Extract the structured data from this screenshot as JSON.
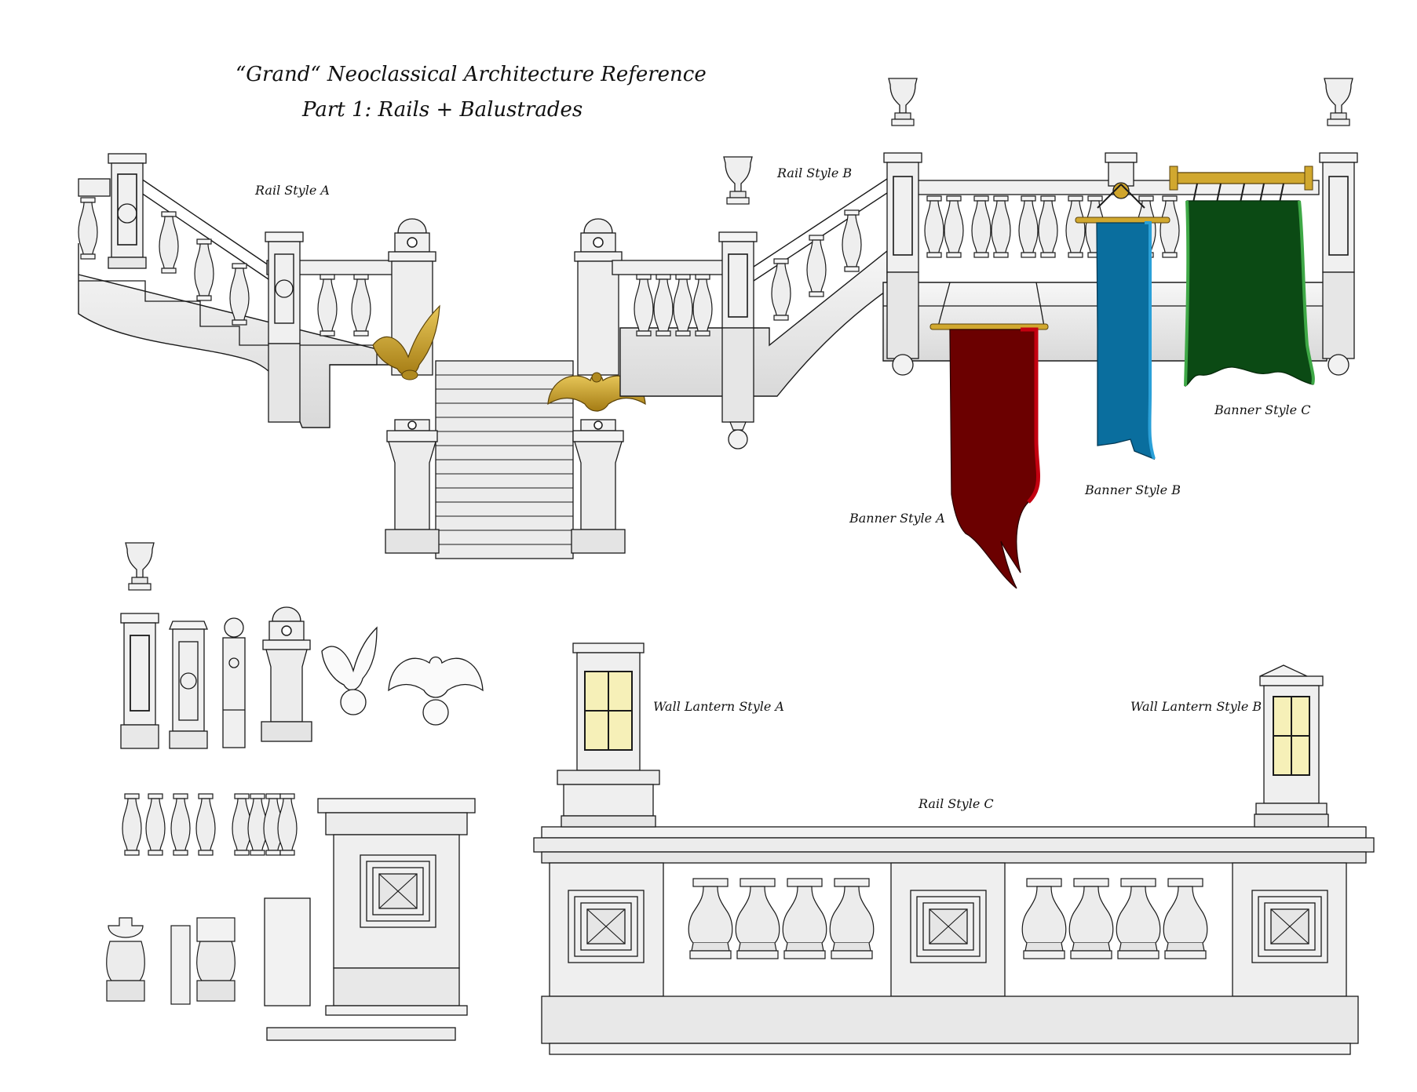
{
  "title": "“Grand“ Neoclassical Architecture Reference",
  "subtitle": "Part 1: Rails + Balustrades",
  "labels": {
    "rail_a": "Rail Style A",
    "rail_b": "Rail Style B",
    "rail_c": "Rail Style C",
    "banner_a": "Banner Style A",
    "banner_b": "Banner Style B",
    "banner_c": "Banner Style C",
    "lantern_a": "Wall Lantern Style A",
    "lantern_b": "Wall Lantern Style B"
  },
  "colors": {
    "stone": "#efefef",
    "stone_shade": "#d6d6d6",
    "line": "#1a1a1a",
    "banner_a": "#6b0000",
    "banner_a_edge": "#c40010",
    "banner_b": "#0a6e9e",
    "banner_b_edge": "#2aa0d8",
    "banner_c": "#0b4a14",
    "banner_c_edge": "#3ea846",
    "gold": "#c9a227",
    "eagle": "#8a6a18",
    "lantern_glass": "#f6f0b8"
  },
  "icons": {
    "eagle_perched": "eagle-perched-icon",
    "eagle_spread": "eagle-spread-icon",
    "urn": "urn-icon",
    "dome_cap": "dome-cap-icon",
    "ball_finial": "ball-finial-icon"
  }
}
